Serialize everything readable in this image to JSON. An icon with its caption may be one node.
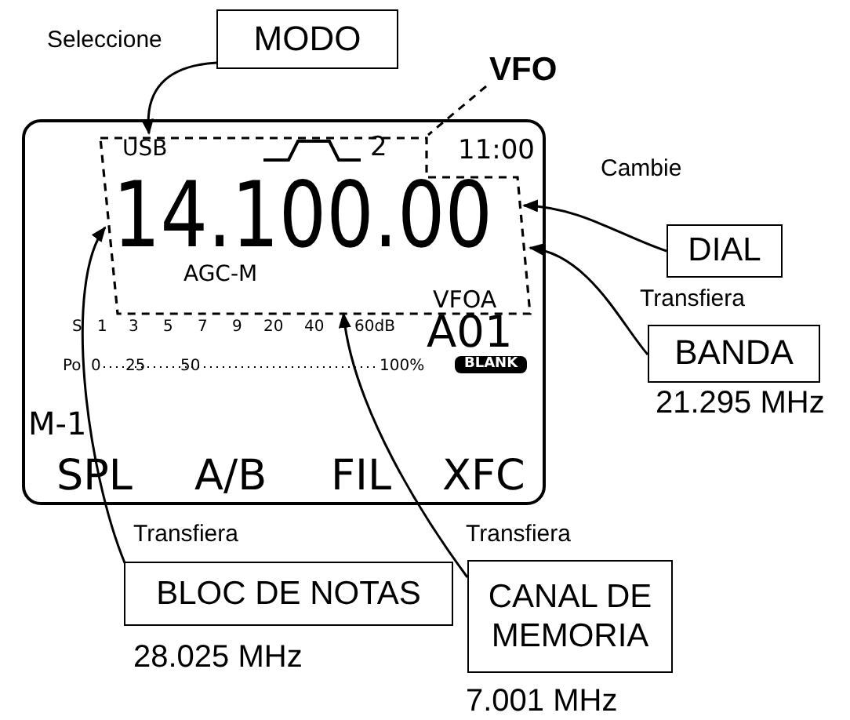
{
  "diagram": {
    "nodes": [
      {
        "text": [],
        "shape": "box"
      },
      {
        "text": [],
        "shape": "box",
        "in": 0
      },
      {
        "text": [
          "MODO"
        ],
        "beside": [
          "Seleccione"
        ]
      },
      {
        "text": [
          "VFO"
        ]
      },
      {
        "text": [
          "DIAL"
        ],
        "beside": [
          "Cambie"
        ]
      },
      {
        "text": [
          "BANDA"
        ],
        "beside": [
          "Transfiera",
          "21.295 MHz"
        ]
      },
      {
        "text": [
          "BLOC DE NOTAS"
        ],
        "beside": [
          "Transfiera",
          "28.025 MHz"
        ]
      },
      {
        "text": [
          "CANAL DE MEMORIA"
        ],
        "beside": [
          "Transfiera",
          "7.001 MHz"
        ]
      }
    ],
    "edges": [
      {
        "from": 2,
        "to": 1,
        "arrow": "to"
      },
      {
        "from": 3,
        "to": 1,
        "arrow": "none",
        "style": "dashed"
      },
      {
        "from": 4,
        "to": 1,
        "arrow": "to"
      },
      {
        "from": 5,
        "to": 1,
        "arrow": "to"
      },
      {
        "from": 6,
        "to": 1,
        "arrow": "to"
      },
      {
        "from": 7,
        "to": 1,
        "arrow": "to"
      }
    ],
    "labels": [
      "USB",
      "2",
      "11:00",
      "14.100.00",
      "AGC-M",
      "VFOA",
      "S",
      "1",
      "3",
      "5",
      "7",
      "9",
      "20",
      "40",
      "60dB",
      "A01",
      "Po",
      "0",
      "25",
      "50",
      "100%",
      "BLANK",
      "M-1",
      "SPL",
      "A/B",
      "FIL",
      "XFC"
    ]
  }
}
